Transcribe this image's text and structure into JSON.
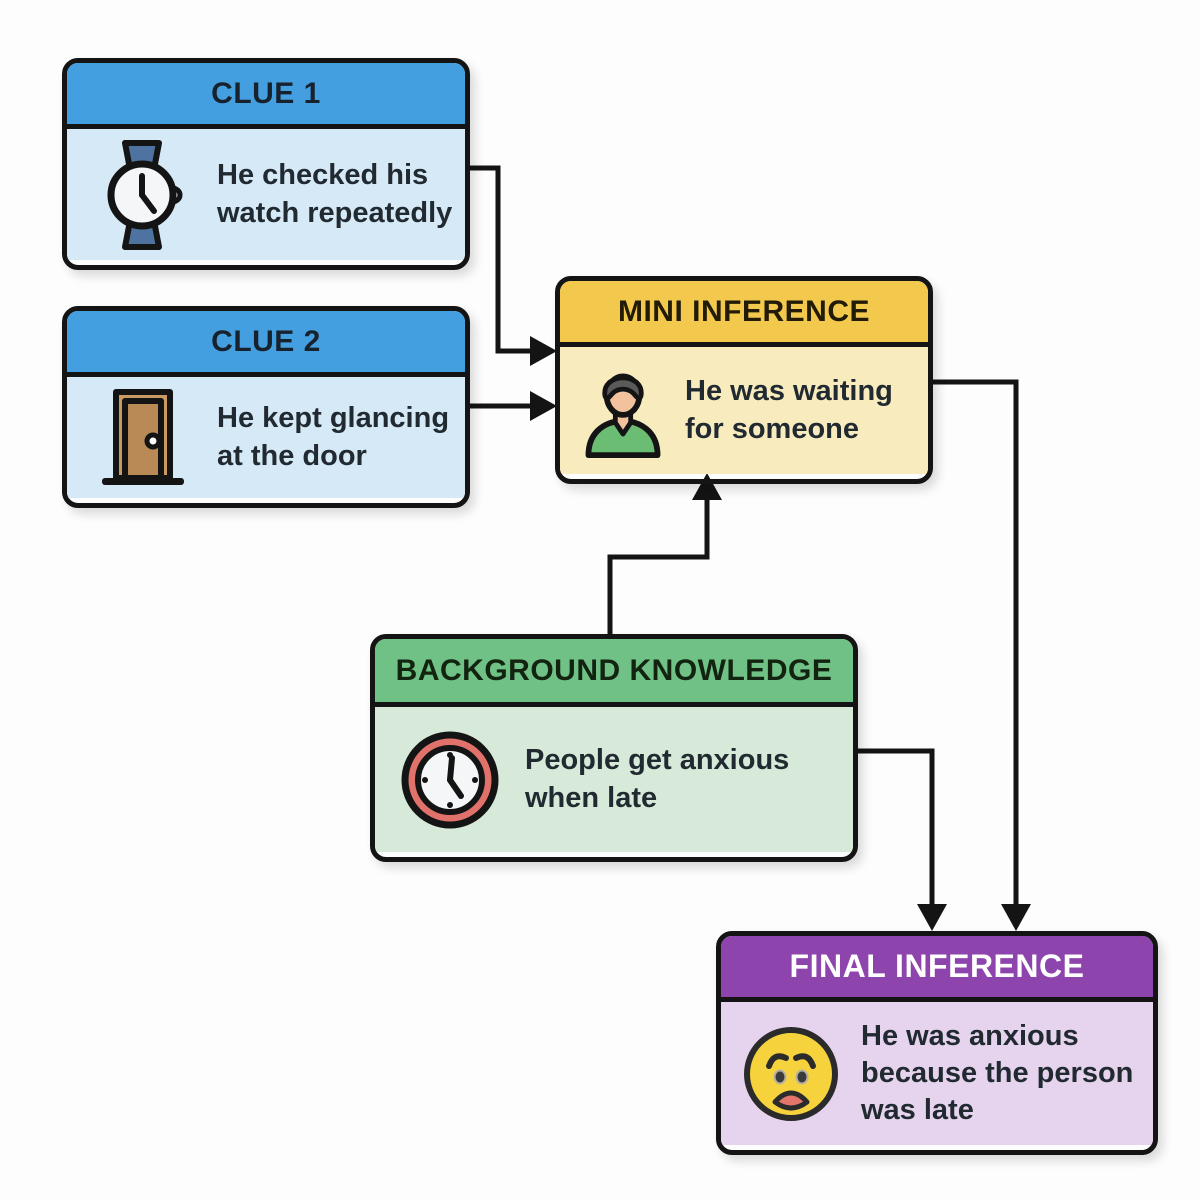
{
  "diagram_title": "Inference flow diagram",
  "boxes": {
    "clue1": {
      "header": "CLUE 1",
      "text": "He checked his watch repeatedly",
      "icon": "wristwatch-icon"
    },
    "clue2": {
      "header": "CLUE 2",
      "text": "He kept glancing at the door",
      "icon": "door-icon"
    },
    "mini": {
      "header": "MINI INFERENCE",
      "text": "He was waiting for someone",
      "icon": "person-icon"
    },
    "background": {
      "header": "BACKGROUND KNOWLEDGE",
      "text": "People get anxious when late",
      "icon": "alarm-clock-icon"
    },
    "final": {
      "header": "FINAL INFERENCE",
      "text": "He was anxious because the person was late",
      "icon": "anxious-face-icon"
    }
  },
  "connections": [
    {
      "from": "clue1",
      "to": "mini"
    },
    {
      "from": "clue2",
      "to": "mini"
    },
    {
      "from": "background",
      "to": "mini"
    },
    {
      "from": "mini",
      "to": "final"
    },
    {
      "from": "background",
      "to": "final"
    }
  ],
  "colors": {
    "clue_header": "#449fe0",
    "clue_body": "#d6e9f7",
    "mini_header": "#f2c94c",
    "mini_body": "#f8ecbf",
    "background_header": "#6fc186",
    "background_body": "#d7ead9",
    "final_header": "#8e44ad",
    "final_body": "#e6d4ef",
    "outline": "#141414",
    "final_header_text": "#ffffff"
  }
}
